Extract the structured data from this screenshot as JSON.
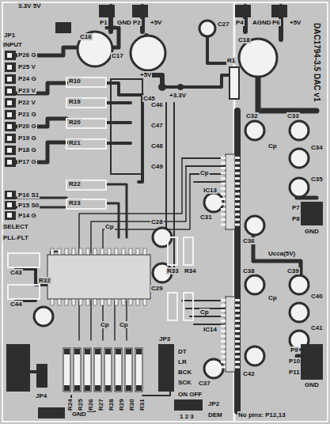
{
  "diagram": {
    "labels": [
      "3.3V 5V",
      "JP1",
      "INPUT",
      "P26 G",
      "P25 V",
      "P24 G",
      "P23 V",
      "P22 V",
      "P21 G",
      "P20 G",
      "P19 G",
      "P18 G",
      "P17 G",
      "P16 S1",
      "P15 S0",
      "P14 G",
      "SELECT",
      "PLL-FLT",
      "P1",
      "GND",
      "P2",
      "+5V",
      "P4",
      "AGND",
      "P6",
      "+5V",
      "C16",
      "C17",
      "C27",
      "C18",
      "+5V",
      "C45",
      "+3.3V",
      "R1",
      "R10",
      "R19",
      "R20",
      "R21",
      "R22",
      "R23",
      "C46",
      "C47",
      "C48",
      "C49",
      "DAC1794-3.5 DAC v1",
      "C32",
      "C33",
      "C34",
      "C35",
      "Cp",
      "IC13",
      "Cp",
      "P7",
      "P8",
      "GND",
      "C36",
      "Ucca(5V)",
      "C38",
      "C39",
      "C40",
      "C41",
      "Cp",
      "IC14",
      "Cp",
      "C42",
      "P9",
      "P10",
      "P11",
      "GND",
      "C28",
      "C31",
      "C29",
      "C37",
      "R33",
      "R34",
      "C43",
      "C44",
      "R32",
      "Cp",
      "Cp",
      "Cp",
      "JP3",
      "DT",
      "LR",
      "BCK",
      "SCK",
      "R24",
      "R25",
      "R26",
      "R27",
      "R28",
      "R29",
      "R30",
      "R31",
      "JP4",
      "GND",
      "ON OFF",
      "JP2",
      "1 2 3",
      "DEM",
      "No pins: P12,13"
    ]
  }
}
